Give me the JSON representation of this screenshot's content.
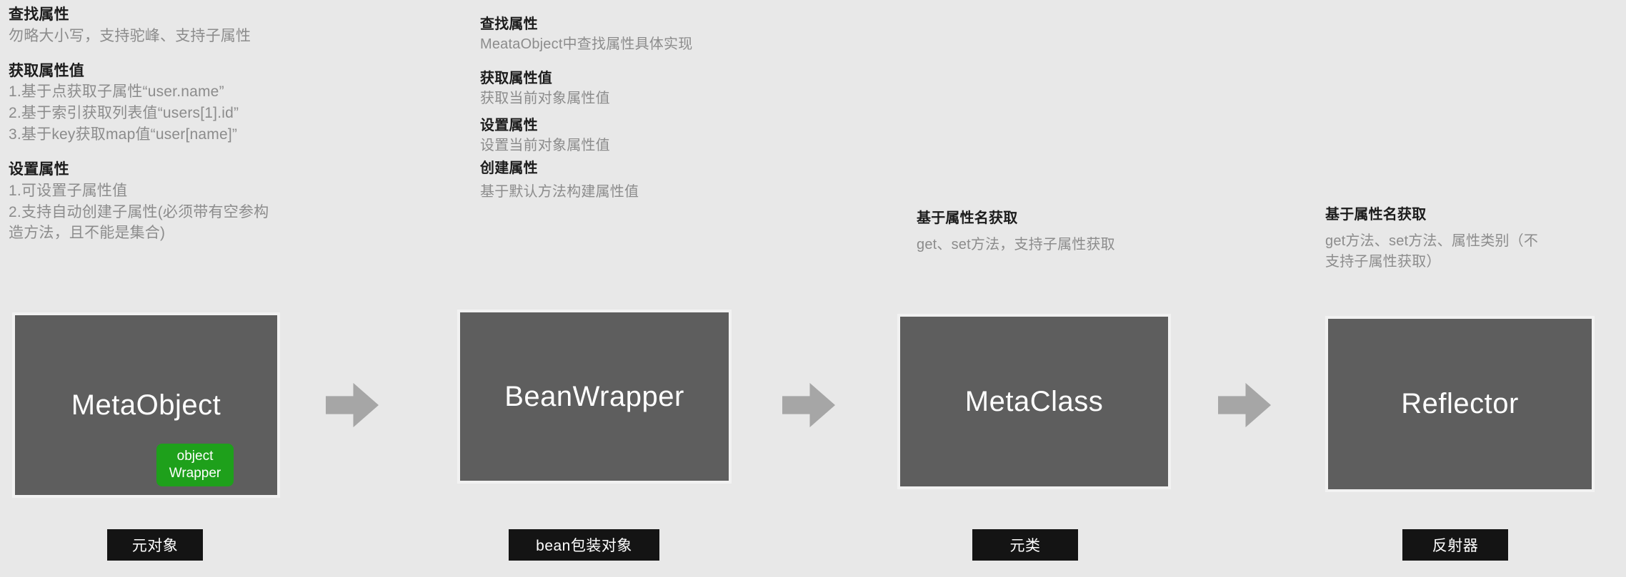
{
  "theme": {
    "background": "#e8e8e8",
    "box_fill": "#5e5e5e",
    "box_border": "#f2f2f2",
    "arrow_color": "#a6a6a6",
    "tag_bg": "#141414",
    "tag_text": "#ffffff",
    "badge_green": "#1ea01b",
    "heading_color": "#1c1c1c",
    "body_color": "#8c8c8c"
  },
  "columns": [
    {
      "id": "col-0",
      "sections": [
        {
          "heading": "查找属性",
          "body": "勿略大小写，支持驼峰、支持子属性"
        },
        {
          "heading": "获取属性值",
          "body": "1.基于点获取子属性“user.name”\n2.基于索引获取列表值“users[1].id”\n3.基于key获取map值“user[name]”"
        },
        {
          "heading": "设置属性",
          "body": "1.可设置子属性值\n2.支持自动创建子属性(必须带有空参构\n造方法，且不能是集合)"
        }
      ]
    },
    {
      "id": "col-1",
      "sections": [
        {
          "heading": "查找属性",
          "body": "MeataObject中查找属性具体实现"
        },
        {
          "heading": "获取属性值",
          "body": "获取当前对象属性值"
        },
        {
          "heading": "设置属性",
          "body": "设置当前对象属性值"
        },
        {
          "heading": "创建属性",
          "body": "基于默认方法构建属性值"
        }
      ]
    },
    {
      "id": "col-2",
      "sections": [
        {
          "heading": "基于属性名获取",
          "body": "get、set方法，支持子属性获取"
        }
      ]
    },
    {
      "id": "col-3",
      "sections": [
        {
          "heading": "基于属性名获取",
          "body": "get方法、set方法、属性类别（不\n支持子属性获取）"
        }
      ]
    }
  ],
  "stages": [
    {
      "title": "MetaObject",
      "tag": "元对象",
      "badge": "object\nWrapper"
    },
    {
      "title": "BeanWrapper",
      "tag": "bean包装对象"
    },
    {
      "title": "MetaClass",
      "tag": "元类"
    },
    {
      "title": "Reflector",
      "tag": "反射器"
    }
  ],
  "arrows": [
    {
      "direction": "right"
    },
    {
      "direction": "right"
    },
    {
      "direction": "right"
    }
  ]
}
